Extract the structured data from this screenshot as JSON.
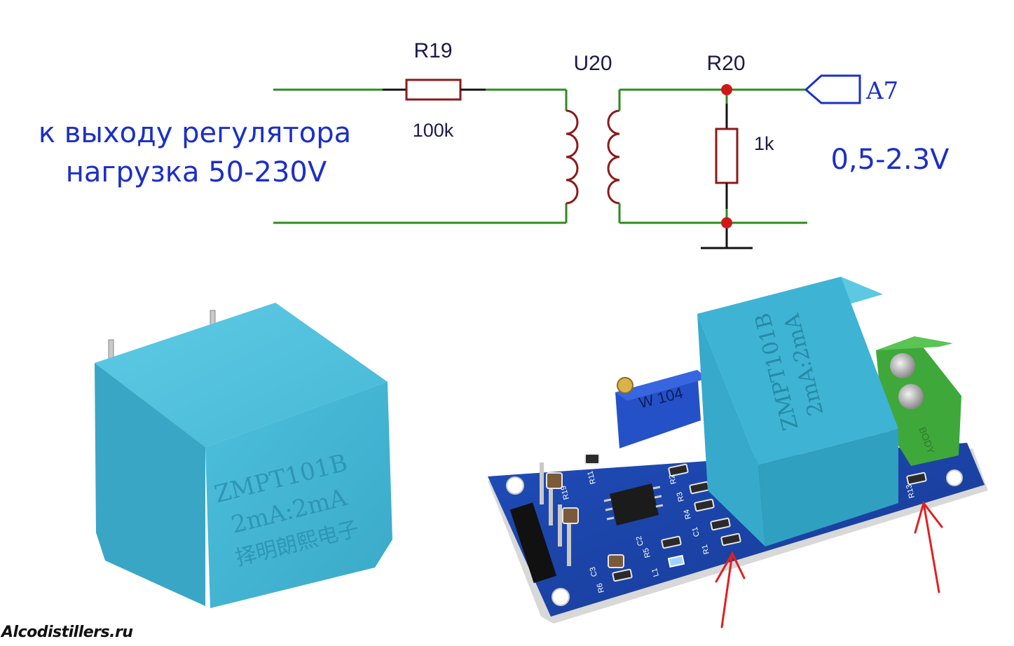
{
  "schematic": {
    "resistor_in": {
      "ref": "R19",
      "value": "100k"
    },
    "transformer": {
      "ref": "U20"
    },
    "resistor_load": {
      "ref": "R20",
      "value": "1k"
    },
    "port": {
      "label": "A7"
    },
    "note_line1": "к выходу регулятора",
    "note_line2": "нагрузка 50-230V",
    "output_range": "0,5-2.3V"
  },
  "transformer_photo": {
    "marking_line1": "ZMPT101B",
    "marking_line2": "2mA:2mA",
    "marking_line3": "择明朗熙电子"
  },
  "module_photo": {
    "transformer_marking_line1": "ZMPT101B",
    "transformer_marking_line2": "2mA:2mA",
    "trimmer_marking": "W 104",
    "terminal_marking": "BODY",
    "pcb_labels": [
      "R19",
      "R11",
      "R2",
      "R3",
      "R4",
      "C1",
      "R1",
      "C2",
      "R5",
      "C3",
      "R6",
      "L1",
      "R13"
    ]
  },
  "colors": {
    "wire": "#2e8b1f",
    "component": "#8b1a1a",
    "junction": "#d01818",
    "port": "#1c2fc8",
    "note_text": "#1c2fc8",
    "transformer_body": "#41b4d4",
    "pcb": "#1a3fa0",
    "terminal": "#3fa83a",
    "arrow": "#e02020"
  },
  "watermark": "Alcodistillers.ru"
}
